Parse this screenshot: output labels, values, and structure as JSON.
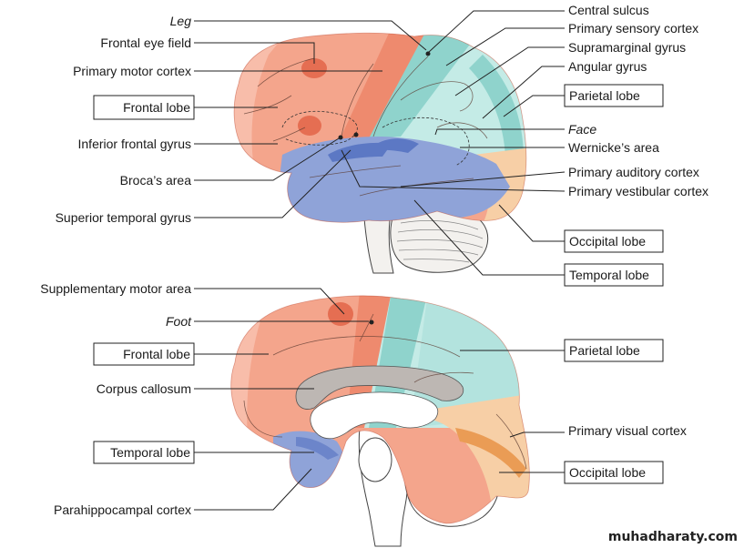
{
  "colors": {
    "frontal": "#f4a58c",
    "frontal_light": "#f9c7b6",
    "motor": "#ee8a6e",
    "parietal": "#8fd3cc",
    "parietal_light": "#c4ebe6",
    "temporal": "#8fa3d8",
    "temporal_dark": "#5c78c4",
    "occipital": "#f7cfa6",
    "occipital_dark": "#ea9c55",
    "cerebellum": "#f3f1ee",
    "corpus": "#bdb7b3"
  },
  "lateral": {
    "labels_left": {
      "leg": "Leg",
      "frontal_eye_field": "Frontal eye field",
      "primary_motor_cortex": "Primary motor cortex",
      "frontal_lobe": "Frontal lobe",
      "inferior_frontal_gyrus": "Inferior frontal gyrus",
      "brocas_area": "Broca’s area",
      "superior_temporal_gyrus": "Superior temporal gyrus"
    },
    "labels_right": {
      "central_sulcus": "Central sulcus",
      "primary_sensory_cortex": "Primary sensory cortex",
      "supramarginal_gyrus": "Supramarginal gyrus",
      "angular_gyrus": "Angular gyrus",
      "parietal_lobe": "Parietal lobe",
      "face": "Face",
      "wernickes_area": "Wernicke’s area",
      "primary_auditory_cortex": "Primary auditory cortex",
      "primary_vestibular_cortex": "Primary vestibular cortex",
      "occipital_lobe": "Occipital lobe",
      "temporal_lobe": "Temporal lobe"
    }
  },
  "medial": {
    "labels_left": {
      "supplementary_motor_area": "Supplementary motor area",
      "foot": "Foot",
      "frontal_lobe": "Frontal lobe",
      "corpus_callosum": "Corpus callosum",
      "temporal_lobe": "Temporal lobe",
      "parahippocampal_cortex": "Parahippocampal cortex"
    },
    "labels_right": {
      "parietal_lobe": "Parietal lobe",
      "primary_visual_cortex": "Primary visual cortex",
      "occipital_lobe": "Occipital lobe"
    }
  },
  "watermark": "muhadharaty.com"
}
